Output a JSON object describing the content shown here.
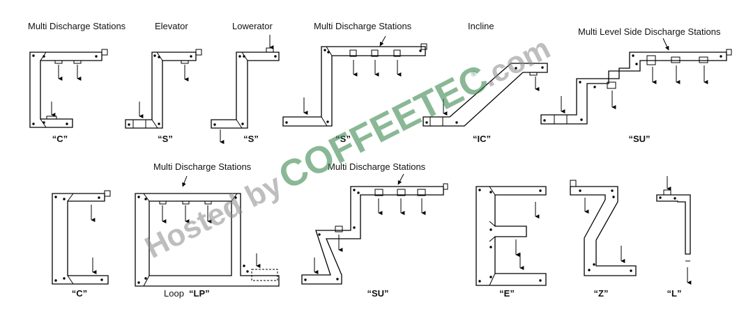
{
  "labels": {
    "c1_title": "Multi Discharge Stations",
    "c1_code": "“C”",
    "s1_title": "Elevator",
    "s1_code": "“S”",
    "s2_title": "Lowerator",
    "s2_code": "“S”",
    "s3_title": "Multi Discharge Stations",
    "s3_code": "“S”",
    "ic_title": "Incline",
    "ic_code": "“IC”",
    "su1_title": "Multi Level Side Discharge Stations",
    "su1_code": "“SU”",
    "c2_code": "“C”",
    "lp_title": "Multi Discharge Stations",
    "lp_prefix": "Loop",
    "lp_code": "“LP”",
    "su2_title": "Multi Discharge Stations",
    "su2_code": "“SU”",
    "e_code": "“E”",
    "z_code": "“Z”",
    "l_code": "“L”"
  },
  "watermark": {
    "hosted": "Hosted by",
    "brand": "COFFEETEC",
    "domain": ".com",
    "mark": "®"
  },
  "colors": {
    "watermark_gray": "#8a8a8a",
    "watermark_green": "#3d8a52"
  }
}
